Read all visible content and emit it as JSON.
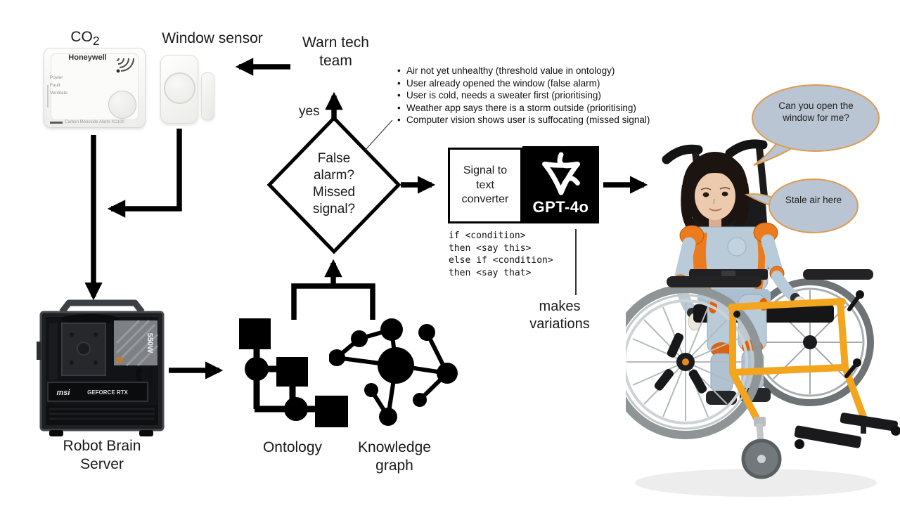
{
  "co2_sensor": {
    "label_main": "CO",
    "label_sub": "2",
    "brand": "Honeywell",
    "indicators": [
      "Power",
      "Fault",
      "Ventilate"
    ],
    "model": "Carbon Monoxide Alarm XC100"
  },
  "window_sensor": {
    "label": "Window sensor"
  },
  "warn": {
    "label": "Warn tech team",
    "yes": "yes"
  },
  "decision": {
    "question": "False alarm? Missed signal?",
    "reasons": [
      "Air not yet unhealthy (threshold value in ontology)",
      "User already opened the window (false alarm)",
      "User is cold, needs a sweater first (prioritising)",
      "Weather app says there is a storm outside (prioritising)",
      "Computer vision shows user is suffocating (missed signal)"
    ]
  },
  "pipeline": {
    "converter": "Signal to text converter",
    "model_name": "GPT-4o",
    "code": "if <condition>\nthen <say this>\nelse if <condition>\nthen <say that>",
    "annotation": "makes variations"
  },
  "server": {
    "label": "Robot Brain Server",
    "psu": "550W",
    "gpu_brand": "msi",
    "gpu_model": "GEFORCE RTX"
  },
  "knowledge": {
    "ontology": "Ontology",
    "graph": "Knowledge graph"
  },
  "speech": {
    "bubble1": "Can you open the window for me?",
    "bubble2": "Stale air here"
  },
  "colors": {
    "arrow": "#000000",
    "bubble_fill": "#b9c5d2",
    "bubble_border": "#de9a4f",
    "accent_orange": "#ec7b1e",
    "wheelchair_yellow": "#f2a51d",
    "gpt_bg": "#000000"
  }
}
